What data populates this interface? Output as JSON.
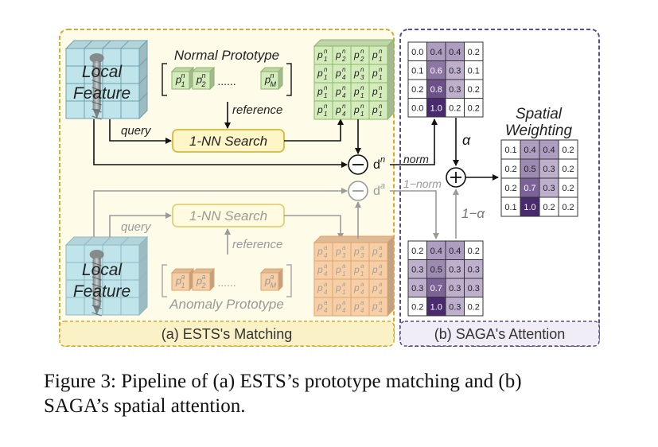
{
  "panel_a": {
    "label": "(a) ESTS's Matching",
    "normal_branch": {
      "feature_label_line1": "Local",
      "feature_label_line2": "Feature",
      "prototype_title": "Normal Prototype",
      "search_label": "1-NN Search",
      "query_label": "query",
      "reference_label": "reference",
      "ellipsis": "......",
      "prototype_items": [
        "p",
        "p",
        "p"
      ],
      "prototype_subscripts": [
        "1",
        "2",
        "M"
      ],
      "prototype_superscript": "n",
      "grid_subscripts": [
        [
          "1",
          "2",
          "2",
          "1"
        ],
        [
          "1",
          "4",
          "3",
          "1"
        ],
        [
          "1",
          "4",
          "1",
          "1"
        ],
        [
          "1",
          "4",
          "1",
          "1"
        ]
      ],
      "distance_label": "d",
      "distance_superscript": "n",
      "norm_label": "norm"
    },
    "anomaly_branch": {
      "feature_label_line1": "Local",
      "feature_label_line2": "Feature",
      "prototype_title": "Anomaly Prototype",
      "search_label": "1-NN Search",
      "query_label": "query",
      "reference_label": "reference",
      "ellipsis": "......",
      "prototype_items": [
        "p",
        "p",
        "p"
      ],
      "prototype_subscripts": [
        "1",
        "2",
        "M"
      ],
      "prototype_superscript": "a",
      "grid_subscripts": [
        [
          "4",
          "3",
          "3",
          "4"
        ],
        [
          "4",
          "1",
          "1",
          "4"
        ],
        [
          "4",
          "1",
          "4",
          "4"
        ],
        [
          "4",
          "4",
          "4",
          "4"
        ]
      ],
      "distance_label": "d",
      "distance_superscript": "a",
      "norm_label": "1−norm"
    }
  },
  "panel_b": {
    "label": "(b) SAGA's Attention",
    "alpha_label": "α",
    "one_minus_alpha_label": "1−α",
    "spatial_title_line1": "Spatial",
    "spatial_title_line2": "Weighting",
    "top_matrix": [
      [
        "0.0",
        "0.4",
        "0.4",
        "0.2"
      ],
      [
        "0.1",
        "0.6",
        "0.3",
        "0.1"
      ],
      [
        "0.2",
        "0.8",
        "0.3",
        "0.2"
      ],
      [
        "0.0",
        "1.0",
        "0.2",
        "0.2"
      ]
    ],
    "bottom_matrix": [
      [
        "0.2",
        "0.4",
        "0.4",
        "0.2"
      ],
      [
        "0.3",
        "0.5",
        "0.3",
        "0.3"
      ],
      [
        "0.3",
        "0.7",
        "0.3",
        "0.3"
      ],
      [
        "0.2",
        "1.0",
        "0.3",
        "0.2"
      ]
    ],
    "weighted_matrix": [
      [
        "0.1",
        "0.4",
        "0.4",
        "0.2"
      ],
      [
        "0.2",
        "0.5",
        "0.3",
        "0.2"
      ],
      [
        "0.2",
        "0.7",
        "0.3",
        "0.2"
      ],
      [
        "0.1",
        "1.0",
        "0.2",
        "0.2"
      ]
    ]
  },
  "caption": {
    "line1": "Figure 3: Pipeline of (a) ESTS’s prototype matching and (b)",
    "line2": "SAGA’s spatial attention."
  },
  "colors": {
    "panel_a_border": "#d4ac2b",
    "panel_a_fill": "#fffbe9",
    "panel_b_border": "#5b4b8a",
    "search_box_fill": "#fff6c8",
    "search_box_border": "#d8b93a",
    "feature_cube_fill": "#bfe4ea",
    "normal_proto_fill": "#d4ecbb",
    "anomaly_proto_fill": "#f7cfa6",
    "matrix_dark": "#4a2a6e",
    "matrix_light": "#efe9f6"
  }
}
